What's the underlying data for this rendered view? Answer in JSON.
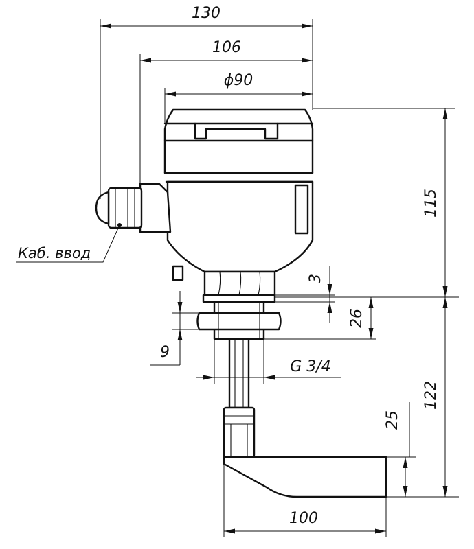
{
  "dimensions": {
    "overall_width": "130",
    "width_to_gland": "106",
    "housing_diameter": "ϕ90",
    "housing_height": "115",
    "collar_height": "3",
    "thread_length": "26",
    "nut_height": "9",
    "thread_size": "G 3/4",
    "probe_length": "122",
    "paddle_height": "25",
    "paddle_length": "100"
  },
  "labels": {
    "cable_entry": "Каб. ввод"
  },
  "colors": {
    "line": "#111111",
    "background": "#ffffff"
  }
}
